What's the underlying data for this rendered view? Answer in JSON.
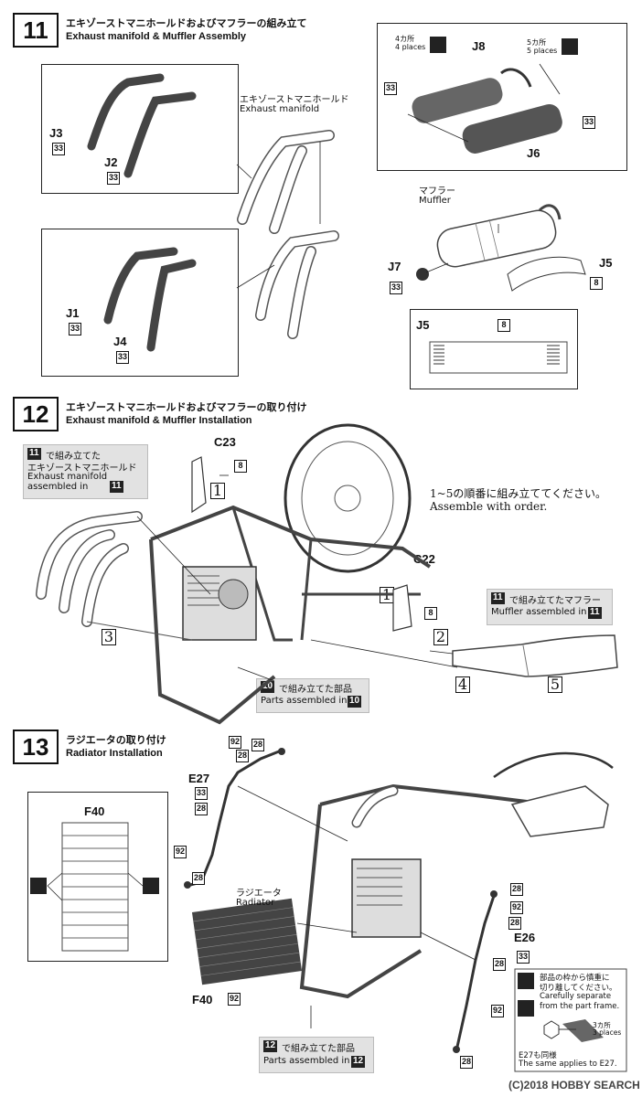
{
  "step11": {
    "number": "11",
    "title_jp": "エキゾーストマニホールドおよびマフラーの組み立て",
    "title_en": "Exhaust manifold & Muffler Assembly",
    "manifold_label_jp": "エキゾーストマニホールド",
    "manifold_label_en": "Exhaust manifold",
    "muffler_label_jp": "マフラー",
    "muffler_label_en": "Muffler",
    "parts": {
      "j3": "J3",
      "j2": "J2",
      "j1": "J1",
      "j4": "J4",
      "j8": "J8",
      "j6": "J6",
      "j7": "J7",
      "j5": "J5",
      "j5_detail": "J5"
    },
    "tags": {
      "t33": "33",
      "t8": "8"
    },
    "places4_jp": "4カ所",
    "places4_en": "4 places",
    "places5_jp": "5カ所",
    "places5_en": "5 places"
  },
  "step12": {
    "number": "12",
    "title_jp": "エキゾーストマニホールドおよびマフラーの取り付け",
    "title_en": "Exhaust manifold & Muffler Installation",
    "c23": "C23",
    "c22": "C22",
    "tag8": "8",
    "ref_manifold": {
      "num": "11",
      "jp1": "で組み立てた",
      "jp2": "エキゾーストマニホールド",
      "en": "Exhaust manifold assembled in",
      "num2": "11"
    },
    "ref_muffler": {
      "num": "11",
      "jp": "で組み立てたマフラー",
      "en": "Muffler assembled in",
      "num2": "11"
    },
    "ref_parts": {
      "num": "10",
      "jp": "で組み立てた部品",
      "en": "Parts assembled in",
      "num2": "10"
    },
    "order_note_jp": "1~5の順番に組み立ててください。",
    "order_note_en": "Assemble with order.",
    "orders": [
      "1",
      "1",
      "2",
      "3",
      "4",
      "5"
    ]
  },
  "step13": {
    "number": "13",
    "title_jp": "ラジエータの取り付け",
    "title_en": "Radiator Installation",
    "f40": "F40",
    "f40b": "F40",
    "e27": "E27",
    "e26": "E26",
    "radiator_jp": "ラジエータ",
    "radiator_en": "Radiator",
    "tags": {
      "t92": "92",
      "t28": "28",
      "t33": "33"
    },
    "ref_parts": {
      "num": "12",
      "jp": "で組み立てた部品",
      "en": "Parts assembled in",
      "num2": "12"
    },
    "note": {
      "line1_jp": "部品の枠から慎重に",
      "line2_jp": "切り離してください。",
      "line1_en": "Carefully separate",
      "line2_en": "from the part frame.",
      "places3_jp": "3カ所",
      "places3_en": "3 places",
      "same_jp": "E27も同様",
      "same_en": "The same applies to E27."
    }
  },
  "watermark": "(C)2018 HOBBY SEARCH"
}
